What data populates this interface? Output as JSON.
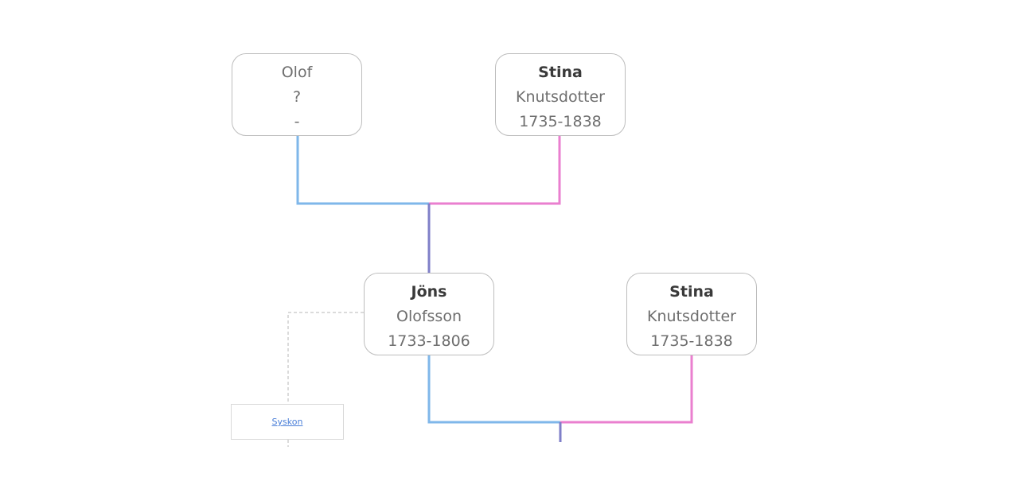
{
  "people": {
    "olof": {
      "first_name": "Olof",
      "last_name": "?",
      "life_span": "-"
    },
    "stina_top": {
      "first_name": "Stina",
      "last_name": "Knutsdotter",
      "life_span": "1735-1838"
    },
    "jons": {
      "first_name": "Jöns",
      "last_name": "Olofsson",
      "life_span": "1733-1806"
    },
    "stina_mid": {
      "first_name": "Stina",
      "last_name": "Knutsdotter",
      "life_span": "1735-1838"
    }
  },
  "siblings_link": {
    "label": "Syskon"
  },
  "colors": {
    "father_line": "#7fb7ea",
    "mother_line": "#ea7fcf",
    "child_line": "#7f7fc8",
    "sibling_line": "#cfcfcf",
    "card_border": "#bdbdbd"
  }
}
